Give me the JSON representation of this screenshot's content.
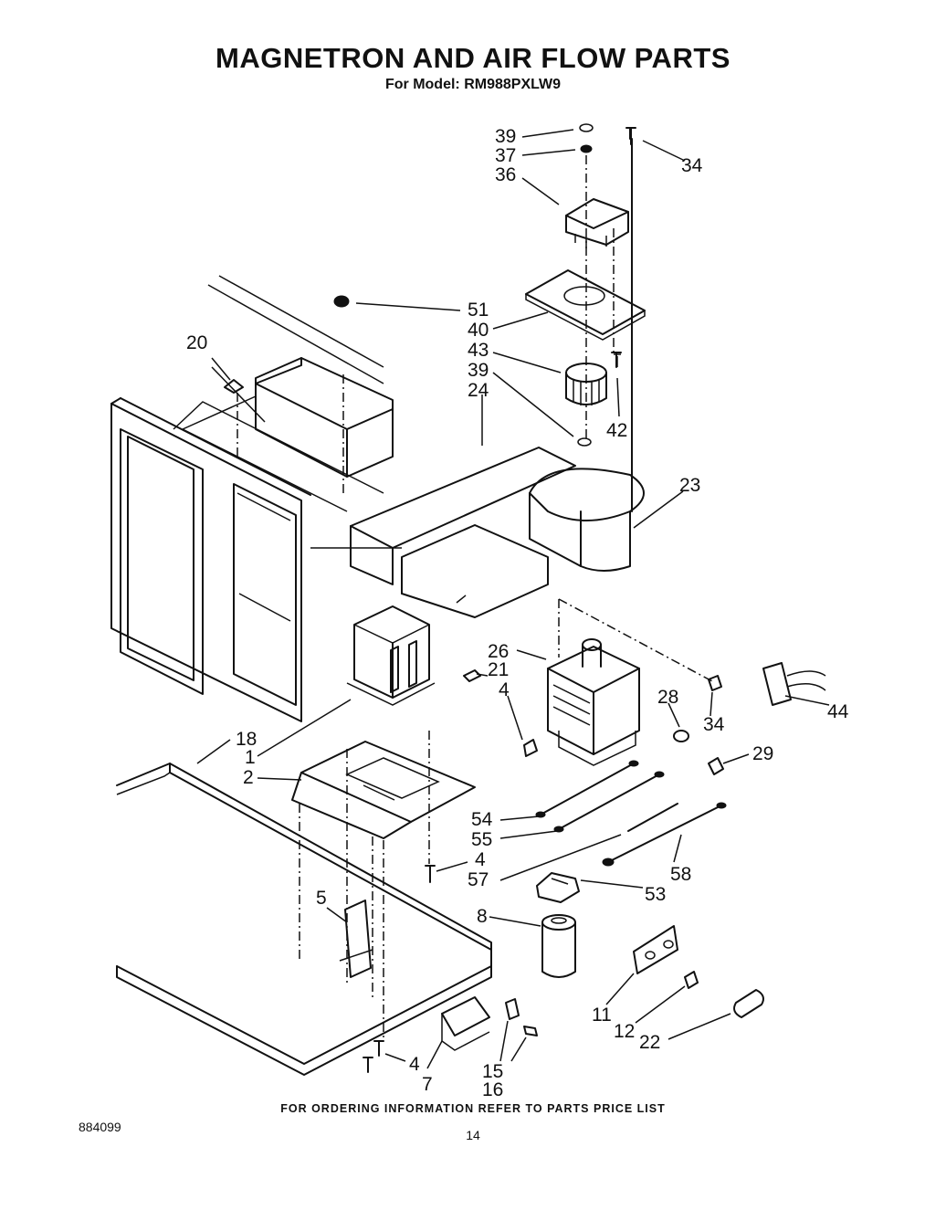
{
  "header": {
    "title": "MAGNETRON AND AIR FLOW PARTS",
    "subtitle": "For Model: RM988PXLW9"
  },
  "callouts": [
    {
      "id": "c39a",
      "label": "39"
    },
    {
      "id": "c37",
      "label": "37"
    },
    {
      "id": "c36",
      "label": "36"
    },
    {
      "id": "c34a",
      "label": "34"
    },
    {
      "id": "c51",
      "label": "51"
    },
    {
      "id": "c40",
      "label": "40"
    },
    {
      "id": "c43",
      "label": "43"
    },
    {
      "id": "c39b",
      "label": "39"
    },
    {
      "id": "c24",
      "label": "24"
    },
    {
      "id": "c42",
      "label": "42"
    },
    {
      "id": "c20",
      "label": "20"
    },
    {
      "id": "c23",
      "label": "23"
    },
    {
      "id": "c26",
      "label": "26"
    },
    {
      "id": "c21",
      "label": "21"
    },
    {
      "id": "c4a",
      "label": "4"
    },
    {
      "id": "c28",
      "label": "28"
    },
    {
      "id": "c34b",
      "label": "34"
    },
    {
      "id": "c44",
      "label": "44"
    },
    {
      "id": "c29",
      "label": "29"
    },
    {
      "id": "c18",
      "label": "18"
    },
    {
      "id": "c1",
      "label": "1"
    },
    {
      "id": "c2",
      "label": "2"
    },
    {
      "id": "c54",
      "label": "54"
    },
    {
      "id": "c55",
      "label": "55"
    },
    {
      "id": "c4b",
      "label": "4"
    },
    {
      "id": "c57",
      "label": "57"
    },
    {
      "id": "c58",
      "label": "58"
    },
    {
      "id": "c53",
      "label": "53"
    },
    {
      "id": "c5",
      "label": "5"
    },
    {
      "id": "c8",
      "label": "8"
    },
    {
      "id": "c11",
      "label": "11"
    },
    {
      "id": "c12",
      "label": "12"
    },
    {
      "id": "c22",
      "label": "22"
    },
    {
      "id": "c4c",
      "label": "4"
    },
    {
      "id": "c7",
      "label": "7"
    },
    {
      "id": "c15",
      "label": "15"
    },
    {
      "id": "c16",
      "label": "16"
    }
  ],
  "footer": {
    "ordering_note": "FOR ORDERING INFORMATION REFER TO PARTS PRICE LIST",
    "document_number": "884099",
    "page_number": "14"
  }
}
